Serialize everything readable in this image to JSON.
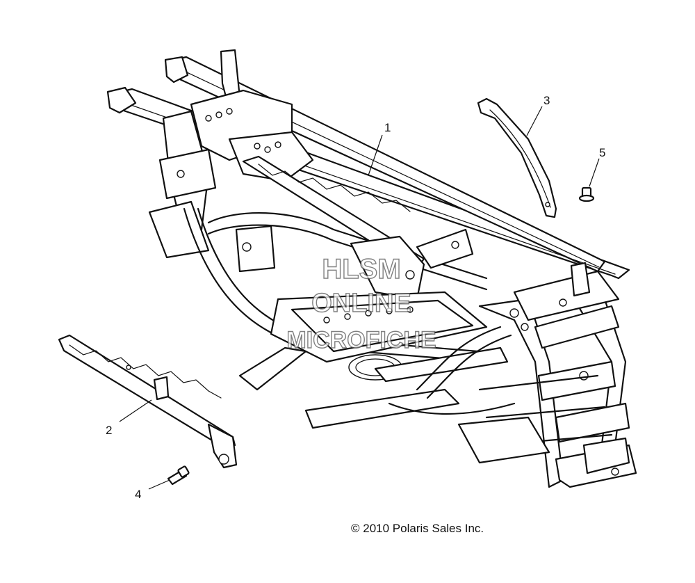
{
  "callouts": [
    {
      "id": "1",
      "label": "1"
    },
    {
      "id": "2",
      "label": "2"
    },
    {
      "id": "3",
      "label": "3"
    },
    {
      "id": "4",
      "label": "4"
    },
    {
      "id": "5",
      "label": "5"
    }
  ],
  "watermark": {
    "line1": "HLSM",
    "line2": "ONLINE",
    "line3": "MICROFICHE"
  },
  "copyright": "© 2010 Polaris Sales Inc."
}
